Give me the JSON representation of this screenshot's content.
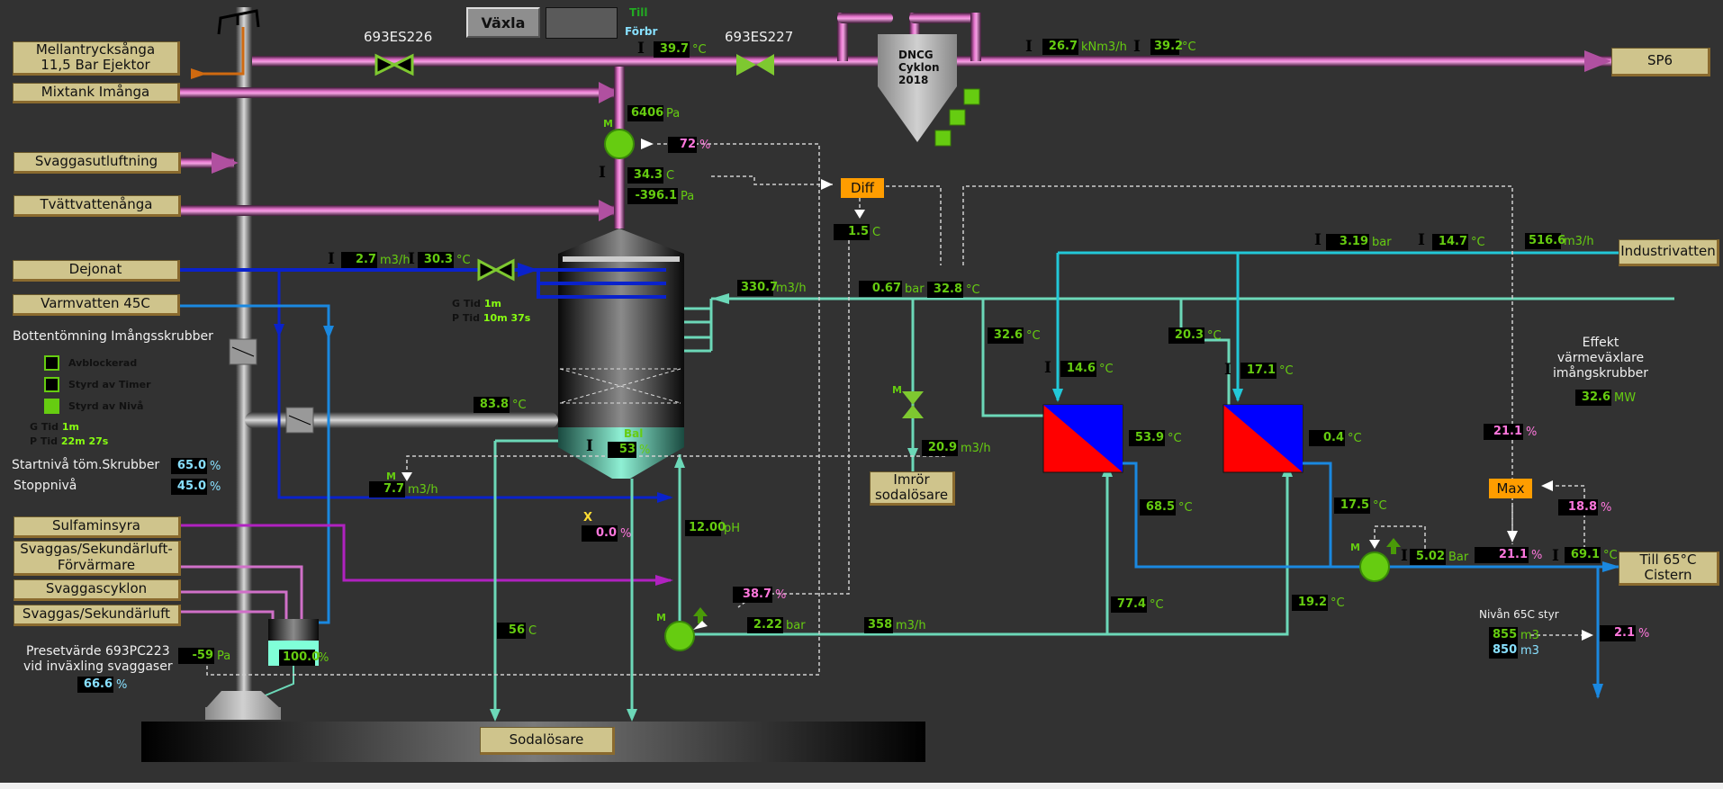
{
  "header": {
    "switch_button": "Växla",
    "till_label": "Till",
    "forbr_label": "Förbr",
    "valve_226": "693ES226",
    "valve_227": "693ES227",
    "cyclone": "DNCG\nCyklon\n2018"
  },
  "sources": {
    "mellantryck": "Mellantrycksånga\n11,5 Bar Ejektor",
    "mixtank": "Mixtank Imånga",
    "svaggasutluftning": "Svaggasutluftning",
    "tvattvattenanga": "Tvättvattenånga",
    "dejonat": "Dejonat",
    "varmvatten": "Varmvatten 45C",
    "sulfaminsyra": "Sulfaminsyra",
    "svaggas_forvarmare": "Svaggas/Sekundärluft-\nFörvärmare",
    "svaggascyklon": "Svaggascyklon",
    "svaggas_sekundarluft": "Svaggas/Sekundärluft"
  },
  "destinations": {
    "sp6": "SP6",
    "industrivatten": "Industrivatten",
    "till_cistern": "Till 65°C\nCistern",
    "imror": "Imrör\nsodalösare",
    "sodalosare": "Sodalösare"
  },
  "bottom_drain": {
    "title": "Bottentömning Imångsskrubber",
    "legend": [
      {
        "label": "Avblockerad",
        "active": false
      },
      {
        "label": "Styrd av Timer",
        "active": false
      },
      {
        "label": "Styrd av Nivå",
        "active": true
      }
    ],
    "g_tid_label": "G Tid",
    "g_tid": "1m",
    "p_tid_label": "P Tid",
    "p_tid": "22m 27s",
    "start_label": "Startnivå töm.Skrubber",
    "start_value": "65.0",
    "start_unit": "%",
    "stop_label": "Stoppnivå",
    "stop_value": "45.0",
    "stop_unit": "%"
  },
  "preset": {
    "label": "Presetvärde 693PC223\nvid inväxling svaggaser",
    "value": "66.6",
    "unit": "%",
    "pa_value": "-59",
    "pa_unit": "Pa",
    "damper_value": "100.0",
    "damper_unit": "%"
  },
  "dejonat_timer": {
    "g_tid_label": "G Tid",
    "g_tid": "1m",
    "p_tid_label": "P Tid",
    "p_tid": "10m 37s"
  },
  "effekt": {
    "label": "Effekt\nvärmeväxlare\nimångskrubber",
    "value": "32.6",
    "unit": "MW"
  },
  "nivan": {
    "label": "Nivån 65C styr",
    "pv": "855",
    "pv_unit": "m3",
    "sp": "850",
    "sp_unit": "m3",
    "out": "2.1",
    "out_unit": "%"
  },
  "logic": {
    "diff": "Diff",
    "max": "Max",
    "bal_label": "Bal",
    "x_label": "X",
    "m_label": "M"
  },
  "values": {
    "top_temp": {
      "v": "39.7",
      "u": "°C"
    },
    "sp6_flow": {
      "v": "26.7",
      "u": "kNm3/h"
    },
    "sp6_temp": {
      "v": "39.2",
      "u": "°C"
    },
    "fan_pressure": {
      "v": "6406",
      "u": "Pa"
    },
    "fan_output": {
      "v": "72",
      "u": "%"
    },
    "scrub_gas_temp": {
      "v": "34.3",
      "u": "C"
    },
    "scrub_pressure": {
      "v": "-396.1",
      "u": "Pa"
    },
    "diff_out": {
      "v": "1.5",
      "u": "C"
    },
    "dejonat_flow": {
      "v": "2.7",
      "u": "m3/h"
    },
    "dejonat_temp": {
      "v": "30.3",
      "u": "°C"
    },
    "circ_flow": {
      "v": "330.7",
      "u": "m3/h"
    },
    "circ_pressure": {
      "v": "0.67",
      "u": "bar"
    },
    "circ_temp": {
      "v": "32.8",
      "u": "°C"
    },
    "hx1_in_temp": {
      "v": "32.6",
      "u": "°C"
    },
    "hx2_in_temp": {
      "v": "20.3",
      "u": "°C"
    },
    "iv_pressure": {
      "v": "3.19",
      "u": "bar"
    },
    "iv_temp": {
      "v": "14.7",
      "u": "°C"
    },
    "iv_flow": {
      "v": "516.6",
      "u": "m3/h"
    },
    "hx1_cold_in": {
      "v": "14.6",
      "u": "°C"
    },
    "hx2_cold_in": {
      "v": "17.1",
      "u": "°C"
    },
    "hx1_out": {
      "v": "53.9",
      "u": "°C"
    },
    "hx2_out": {
      "v": "0.4",
      "u": "°C"
    },
    "hx1_hot_out": {
      "v": "68.5",
      "u": "°C"
    },
    "hx2_hot_out": {
      "v": "17.5",
      "u": "°C"
    },
    "hx1_return": {
      "v": "77.4",
      "u": "°C"
    },
    "hx2_return": {
      "v": "19.2",
      "u": "°C"
    },
    "gas_in_temp": {
      "v": "83.8",
      "u": "°C"
    },
    "sump_level": {
      "v": "53",
      "u": "%"
    },
    "drain_flow": {
      "v": "7.7",
      "u": "m3/h"
    },
    "x_output": {
      "v": "0.0",
      "u": "%"
    },
    "ph": {
      "v": "12.00",
      "u": "pH"
    },
    "pump_output": {
      "v": "38.7",
      "u": "%"
    },
    "pump_pressure": {
      "v": "2.22",
      "u": "bar"
    },
    "pump_flow": {
      "v": "358",
      "u": "m3/h"
    },
    "soda_temp": {
      "v": "56",
      "u": "C"
    },
    "soda_flow": {
      "v": "20.9",
      "u": "m3/h"
    },
    "max_in_1": {
      "v": "21.1",
      "u": "%"
    },
    "max_in_2": {
      "v": "18.8",
      "u": "%"
    },
    "max_out": {
      "v": "21.1",
      "u": "%"
    },
    "out_pressure": {
      "v": "5.02",
      "u": "Bar"
    },
    "out_temp": {
      "v": "69.1",
      "u": "°C"
    }
  },
  "colors": {
    "background": "#323232",
    "steam": "#e070c8",
    "dejonat": "#0a22cc",
    "warm_water": "#1a88e0",
    "circulation": "#6cd8b8",
    "industrial_water": "#22c8d8",
    "value_green": "#66cc11",
    "setpoint_pink": "#ff77dd",
    "setpoint_cyan": "#88e0ff",
    "logic_orange": "#ff9d00",
    "tag_beige": "#cfc48c"
  }
}
